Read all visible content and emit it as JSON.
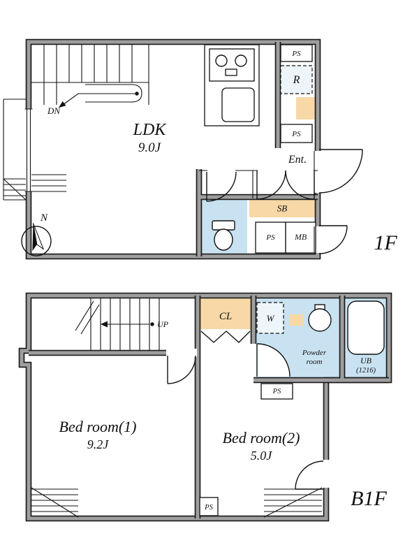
{
  "floorplan": {
    "floor1": {
      "floor_label": "1F",
      "rooms": {
        "ldk": "LDK",
        "ldk_size": "9.0J",
        "entrance": "Ent."
      },
      "features": {
        "down": "DN",
        "shoe_box": "SB",
        "meter_box": "MB",
        "pipe_space": "PS",
        "refrigerator": "R"
      }
    },
    "floorB1": {
      "floor_label": "B1F",
      "rooms": {
        "bedroom1": "Bed room(1)",
        "bedroom1_size": "9.2J",
        "bedroom2": "Bed room(2)",
        "bedroom2_size": "5.0J",
        "powder_line1": "Powder",
        "powder_line2": "room",
        "bath": "UB",
        "bath_size": "(1216)"
      },
      "features": {
        "up": "UP",
        "closet": "CL",
        "washer": "W",
        "pipe_space": "PS"
      }
    },
    "compass_north": "N",
    "colors": {
      "wall_fill": "#9e9e9e",
      "wall_edge": "#1a1a1a",
      "wet_area_blue": "#c9e2f1",
      "storage_orange": "#f7d8a6",
      "background": "#ffffff"
    }
  }
}
